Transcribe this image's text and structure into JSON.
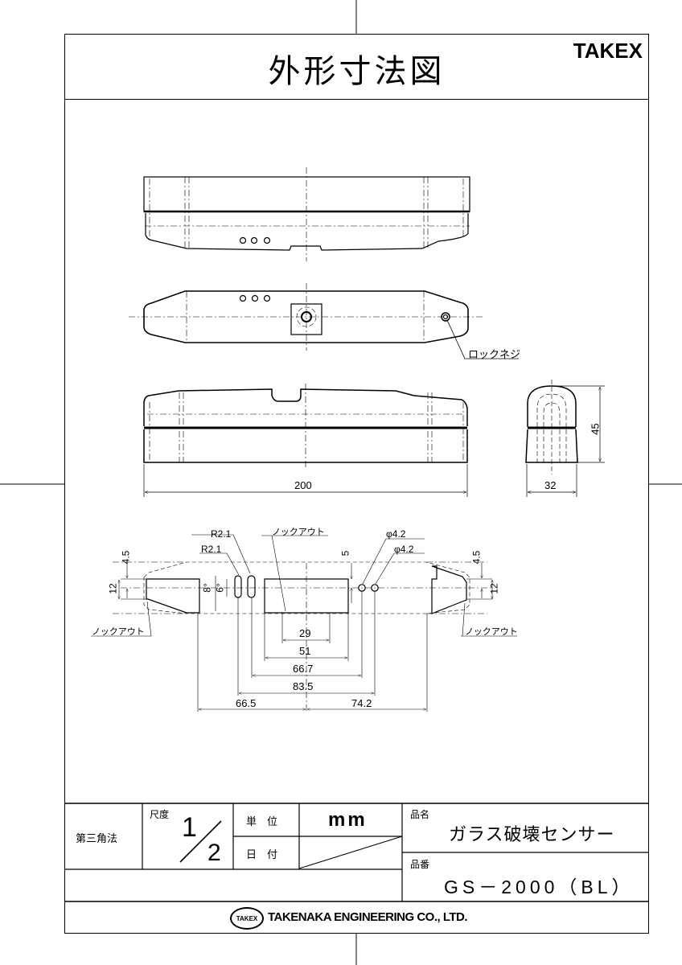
{
  "header": {
    "title": "外形寸法図",
    "brand": "TAKEX"
  },
  "drawing": {
    "views": [
      "top-view",
      "front-view",
      "side-view",
      "end-view",
      "mounting-base-view"
    ],
    "callouts": {
      "lock_screw": "ロックネジ",
      "knockout_left": "ノックアウト",
      "knockout_center": "ノックアウト",
      "knockout_right": "ノックアウト",
      "r1": "R2.1",
      "r2": "R2.1",
      "phi1": "φ4.2",
      "phi2": "φ4.2"
    },
    "dimensions": {
      "length": "200",
      "width": "32",
      "height": "45",
      "left_4_5": "4.5",
      "left_12": "12",
      "angle_8": "8°",
      "angle_6": "6°",
      "dim_5": "5",
      "right_4_5": "4.5",
      "right_12": "12",
      "d29": "29",
      "d51": "51",
      "d66_7": "66.7",
      "d83_5": "83.5",
      "d66_5": "66.5",
      "d74_2": "74.2"
    }
  },
  "title_block": {
    "projection": "第三角法",
    "scale_label": "尺度",
    "scale_num": "1",
    "scale_den": "2",
    "unit_label": "単　位",
    "unit_value": "mm",
    "date_label": "日　付",
    "date_value": "",
    "name_label": "品名",
    "name_value": "ガラス破壊センサー",
    "part_label": "品番",
    "part_value": "GS－2000（BL）"
  },
  "footer": {
    "logo_text": "TAKEX",
    "company": "TAKENAKA ENGINEERING CO., LTD."
  }
}
